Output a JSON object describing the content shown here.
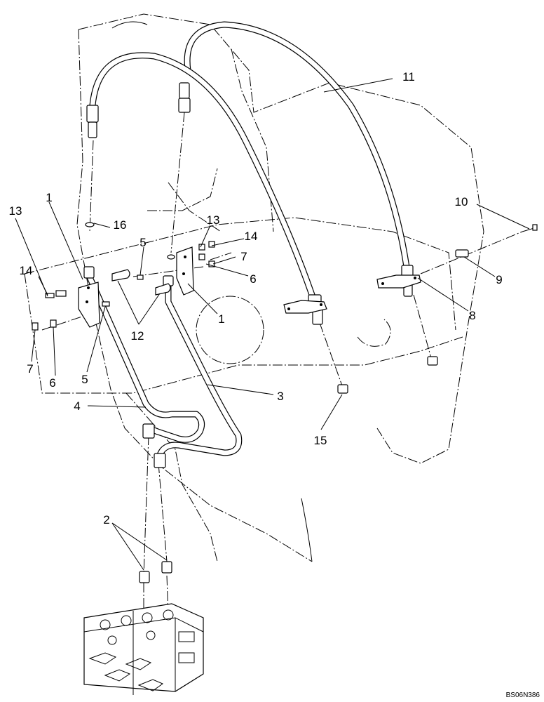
{
  "diagram": {
    "callouts": [
      "1",
      "1",
      "2",
      "3",
      "4",
      "5",
      "5",
      "6",
      "6",
      "7",
      "7",
      "8",
      "9",
      "10",
      "11",
      "12",
      "13",
      "13",
      "14",
      "14",
      "15",
      "16"
    ],
    "drawing_code": "BS06N386"
  }
}
